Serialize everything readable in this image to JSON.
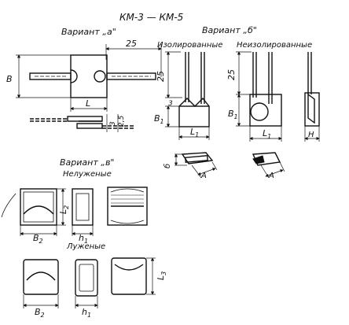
{
  "title": "КМ-3 — КМ-5",
  "variants": {
    "a": {
      "label": "Вариант „а\""
    },
    "b": {
      "label": "Вариант „б\"",
      "insulated": "Изолированные",
      "uninsulated": "Неизолированные"
    },
    "v": {
      "label": "Вариант „в\"",
      "untinned": "Нелуженые",
      "tinned": "Луженые"
    }
  },
  "dimensions": {
    "lead_length": "25",
    "B": "B",
    "L": "L",
    "three_a": "3",
    "two_five_a": "2,5",
    "three_b": "3",
    "L1": "L",
    "L1_sub": "1",
    "B1": "B",
    "B1_sub": "1",
    "H": "H",
    "A": "A",
    "b": "б",
    "B2": "B",
    "B2_sub": "2",
    "h1": "h",
    "h1_sub": "1",
    "L2": "L",
    "L2_sub": "2",
    "L3": "L",
    "L3_sub": "3"
  }
}
